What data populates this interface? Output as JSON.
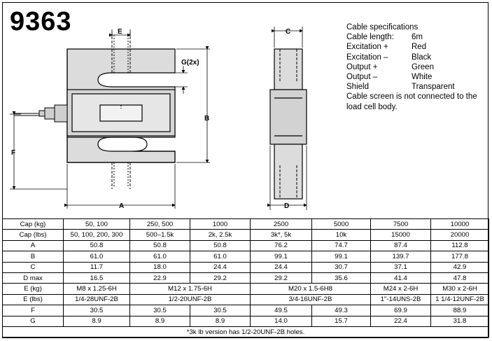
{
  "model": "9363",
  "labels": {
    "E": "E",
    "G": "G(2x)",
    "B": "B",
    "F": "F",
    "A": "A",
    "C": "C",
    "D": "D"
  },
  "cable": {
    "title": "Cable specifications",
    "rows": [
      {
        "k": "Cable length:",
        "v": "6m"
      },
      {
        "k": "Excitation +",
        "v": "Red"
      },
      {
        "k": "Excitation –",
        "v": "Black"
      },
      {
        "k": "Output +",
        "v": "Green"
      },
      {
        "k": "Output –",
        "v": "White"
      },
      {
        "k": "Shield",
        "v": "Transparent"
      }
    ],
    "note": "Cable screen is not connected to the load cell body."
  },
  "table": {
    "cap_kg": {
      "label": "Cap (kg)",
      "values": [
        "50, 100",
        "250, 500",
        "1000",
        "2500",
        "5000",
        "7500",
        "10000"
      ]
    },
    "cap_lbs": {
      "label": "Cap (lbs)",
      "values": [
        "50, 100, 200, 300",
        "500–1.5k",
        "2k, 2.5k",
        "3k*, 5k",
        "10k",
        "15000",
        "20000"
      ]
    },
    "A": {
      "label": "A",
      "values": [
        "50.8",
        "50.8",
        "50.8",
        "76.2",
        "74.7",
        "87.4",
        "112.8"
      ]
    },
    "B": {
      "label": "B",
      "values": [
        "61.0",
        "61.0",
        "61.0",
        "99.1",
        "99.1",
        "139.7",
        "177.8"
      ]
    },
    "C": {
      "label": "C",
      "values": [
        "11.7",
        "18.0",
        "24.4",
        "24.4",
        "30.7",
        "37.1",
        "42.9"
      ]
    },
    "Dmax": {
      "label": "D max",
      "values": [
        "16.5",
        "22.9",
        "29.2",
        "29.2",
        "35.6",
        "41.4",
        "47.8"
      ]
    },
    "E_kg": {
      "label": "E (kg)",
      "values": [
        "M8 x 1.25-6H",
        "M12 x 1.75-6H",
        "M20 x 1.5-6H8",
        "M24 x 2-6H",
        "M30 x 2-6H"
      ]
    },
    "E_lbs": {
      "label": "E (lbs)",
      "values": [
        "1/4-28UNF-2B",
        "1/2-20UNF-2B",
        "3/4-16UNF-2B",
        "1\"-14UNS-2B",
        "1 1/4-12UNF-2B"
      ]
    },
    "F": {
      "label": "F",
      "values": [
        "30.5",
        "30.5",
        "30.5",
        "49.5",
        "49.3",
        "69.9",
        "88.9"
      ]
    },
    "G": {
      "label": "G",
      "values": [
        "8.9",
        "8.9",
        "8.9",
        "14.0",
        "15.7",
        "22.4",
        "31.8"
      ]
    },
    "footnote": "*3k lb version has 1/2-20UNF-2B holes."
  }
}
